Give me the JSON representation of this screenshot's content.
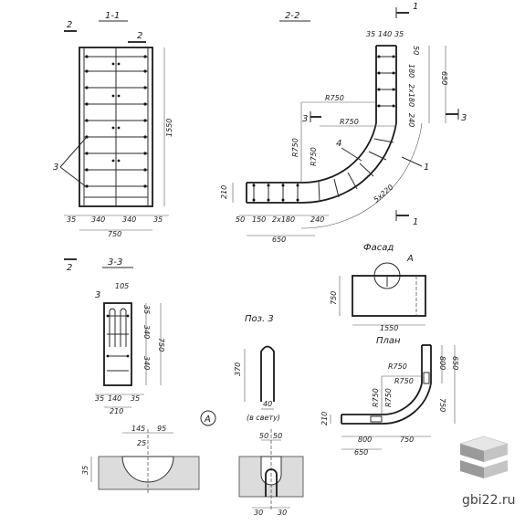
{
  "sections": {
    "s11": "1-1",
    "s22": "2-2",
    "s33": "3-3",
    "fasad": "Фасад",
    "plan": "План",
    "poz3": "Поз. 3",
    "vsvetu": "(в свету)"
  },
  "marks": {
    "m1": "1",
    "m2": "2",
    "m3": "3",
    "m4": "4",
    "mA": "А"
  },
  "dims": {
    "d1550": "1550",
    "d35": "35",
    "d340": "340",
    "d750": "750",
    "d650": "650",
    "d2x180": "2x180",
    "d240": "240",
    "d210": "210",
    "d50": "50",
    "d150": "150",
    "d140": "140",
    "dR750": "R750",
    "d5x220": "5x220",
    "d105": "105",
    "d370": "370",
    "d40": "40",
    "d145": "145",
    "d95": "95",
    "d25": "25",
    "d30": "30",
    "d800": "800",
    "d180": "180",
    "dA": "А"
  },
  "watermark": "gbi22.ru",
  "colors": {
    "line": "#2a2a2a",
    "hatch": "#dcdcdc",
    "logo_light": "#e6e6e6",
    "logo_dark": "#9a9a9a"
  }
}
